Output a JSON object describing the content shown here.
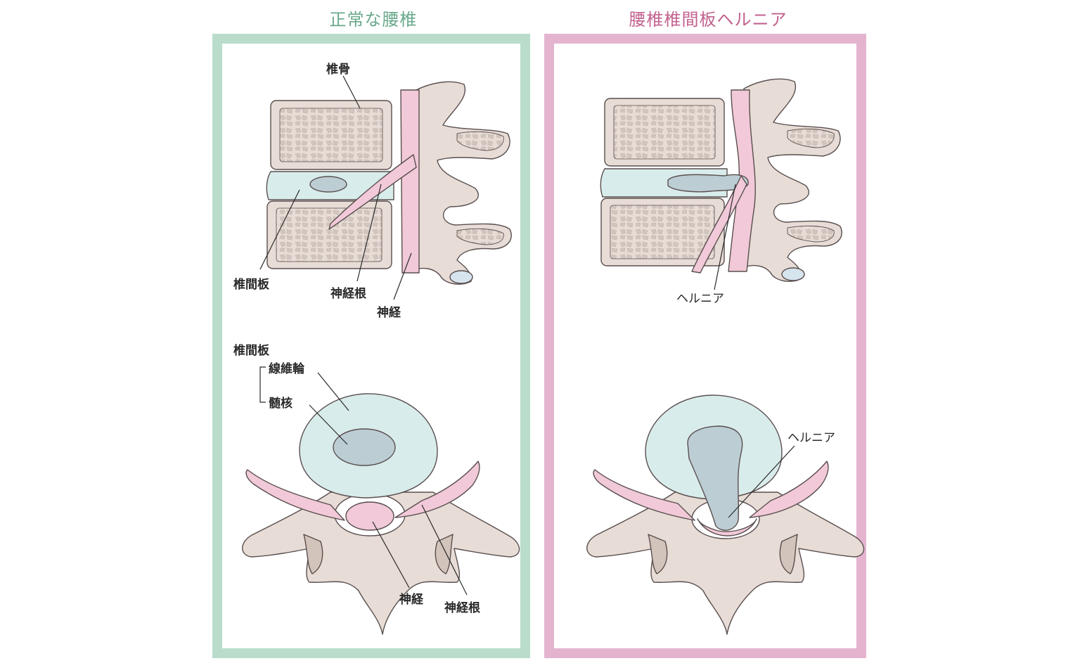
{
  "colors": {
    "normal_accent": "#6aa98c",
    "normal_border": "#b9dccb",
    "hernia_accent": "#c2628f",
    "hernia_border": "#e4b4cf",
    "bone_fill": "#e7dcd6",
    "bone_texture": "#d2c5bd",
    "disc_fill": "#d9ecec",
    "nucleus_fill": "#bccdd4",
    "nerve_fill": "#f1c9d8",
    "outline": "#5a4f4f"
  },
  "panels": {
    "normal": {
      "title": "正常な腰椎",
      "labels": {
        "vertebra": "椎骨",
        "disc": "椎間板",
        "nerve_root": "神経根",
        "nerve": "神経",
        "disc_header": "椎間板",
        "annulus": "線維輪",
        "nucleus": "髄核",
        "nerve_bottom": "神経",
        "nerve_root_bottom": "神経根"
      }
    },
    "hernia": {
      "title": "腰椎椎間板ヘルニア",
      "labels": {
        "hernia_side": "ヘルニア",
        "hernia_top": "ヘルニア"
      }
    }
  }
}
